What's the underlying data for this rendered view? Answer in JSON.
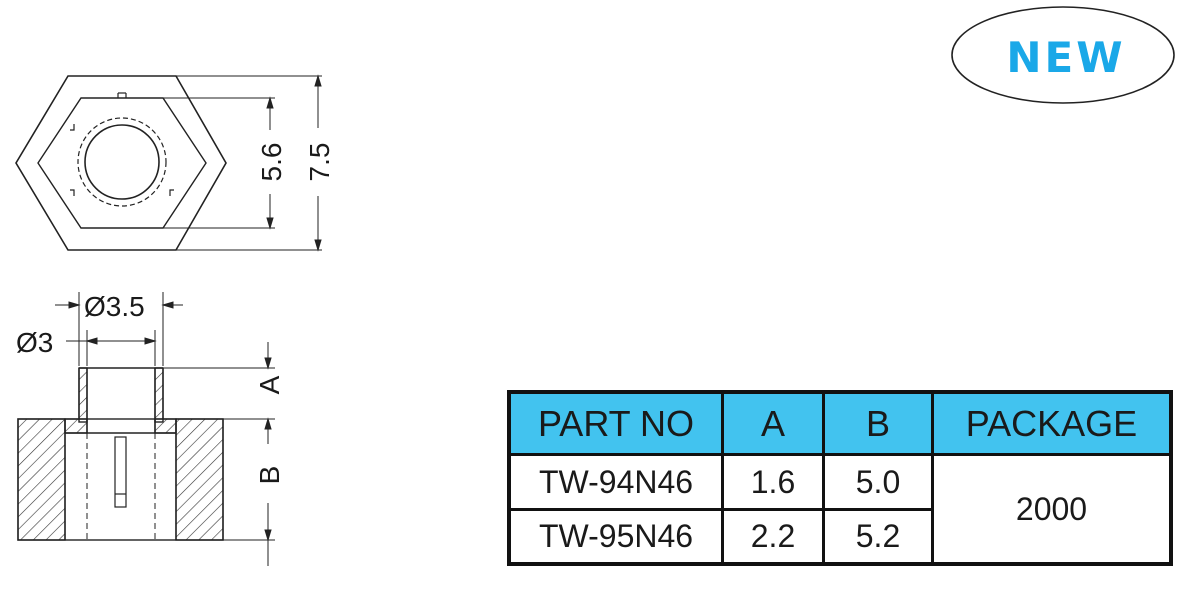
{
  "badge": {
    "text": "NEW",
    "color": "#1aa8e8"
  },
  "dimensions": {
    "across_flats": "5.6",
    "across_corners": "7.5",
    "outer_diameter": "Ø3.5",
    "inner_diameter": "Ø3",
    "dim_a": "A",
    "dim_b": "B"
  },
  "table": {
    "header_color": "#42c3ef",
    "headers": [
      "PART NO",
      "A",
      "B",
      "PACKAGE"
    ],
    "rows": [
      {
        "part_no": "TW-94N46",
        "a": "1.6",
        "b": "5.0"
      },
      {
        "part_no": "TW-95N46",
        "a": "2.2",
        "b": "5.2"
      }
    ],
    "package": "2000"
  }
}
